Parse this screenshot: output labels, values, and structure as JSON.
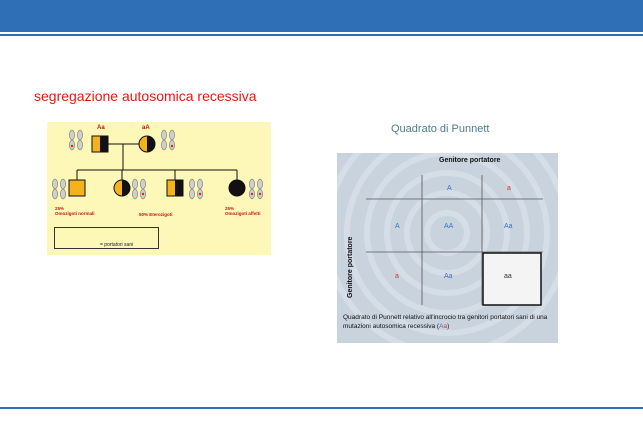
{
  "header": {
    "bar_color": "#2f6fb6"
  },
  "slide": {
    "title": "segregazione autosomica recessiva"
  },
  "pedigree": {
    "parents": [
      {
        "genotype": "Aa"
      },
      {
        "genotype": "aA"
      }
    ],
    "labels": {
      "normal": "25%\nOmozigoti normali",
      "hetero": "50% Eterozigoti",
      "affected": "25%\nOmozigoti affetti"
    },
    "legend": "= portatori sani"
  },
  "punnett": {
    "caption": "Quadrato di Punnett",
    "top_header": "Genitore portatore",
    "side_header": "Genitore portatore",
    "col_alleles": [
      "A",
      "a"
    ],
    "row_alleles": [
      "A",
      "a"
    ],
    "cells": [
      [
        "AA",
        "Aa"
      ],
      [
        "Aa",
        "aa"
      ]
    ],
    "note_prefix": "Quadrato di Punnett relativo all'incrocio tra genitori portatori sani di una mutazioni autosomica recessiva (",
    "note_allele_a": "A",
    "note_allele_b": "a",
    "note_suffix": ")"
  }
}
